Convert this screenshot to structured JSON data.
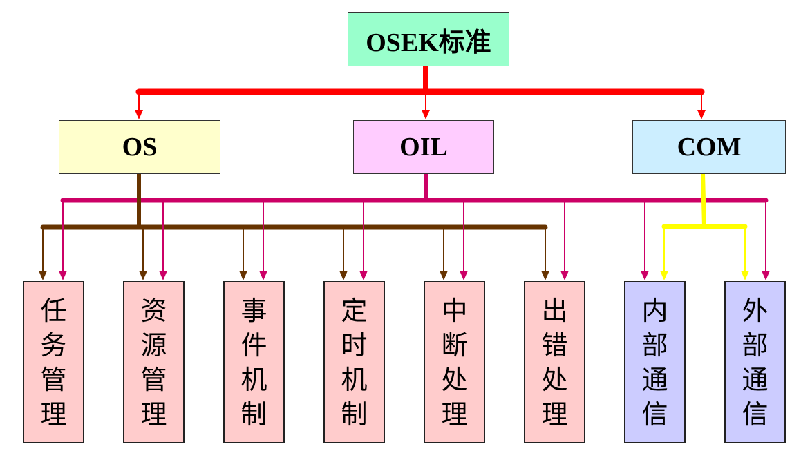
{
  "root": {
    "label": "OSEK标准",
    "color": "#99ffcc"
  },
  "modules": [
    {
      "id": "os",
      "label": "OS",
      "color": "#ffffcc",
      "link_color": "#663300"
    },
    {
      "id": "oil",
      "label": "OIL",
      "color": "#ffccff",
      "link_color": "#cc0066"
    },
    {
      "id": "com",
      "label": "COM",
      "color": "#cceeff",
      "link_color": "#ffff00"
    }
  ],
  "root_link_color": "#ff0000",
  "leaves": [
    {
      "label": "任务管理",
      "chars": [
        "任",
        "务",
        "管",
        "理"
      ],
      "color": "#ffcccc",
      "from": [
        "OS",
        "OIL"
      ]
    },
    {
      "label": "资源管理",
      "chars": [
        "资",
        "源",
        "管",
        "理"
      ],
      "color": "#ffcccc",
      "from": [
        "OS",
        "OIL"
      ]
    },
    {
      "label": "事件机制",
      "chars": [
        "事",
        "件",
        "机",
        "制"
      ],
      "color": "#ffcccc",
      "from": [
        "OS",
        "OIL"
      ]
    },
    {
      "label": "定时机制",
      "chars": [
        "定",
        "时",
        "机",
        "制"
      ],
      "color": "#ffcccc",
      "from": [
        "OS",
        "OIL"
      ]
    },
    {
      "label": "中断处理",
      "chars": [
        "中",
        "断",
        "处",
        "理"
      ],
      "color": "#ffcccc",
      "from": [
        "OS",
        "OIL"
      ]
    },
    {
      "label": "出错处理",
      "chars": [
        "出",
        "错",
        "处",
        "理"
      ],
      "color": "#ffcccc",
      "from": [
        "OS",
        "OIL"
      ]
    },
    {
      "label": "内部通信",
      "chars": [
        "内",
        "部",
        "通",
        "信"
      ],
      "color": "#ccccff",
      "from": [
        "OIL",
        "COM"
      ]
    },
    {
      "label": "外部通信",
      "chars": [
        "外",
        "部",
        "通",
        "信"
      ],
      "color": "#ccccff",
      "from": [
        "COM",
        "OIL"
      ]
    }
  ]
}
